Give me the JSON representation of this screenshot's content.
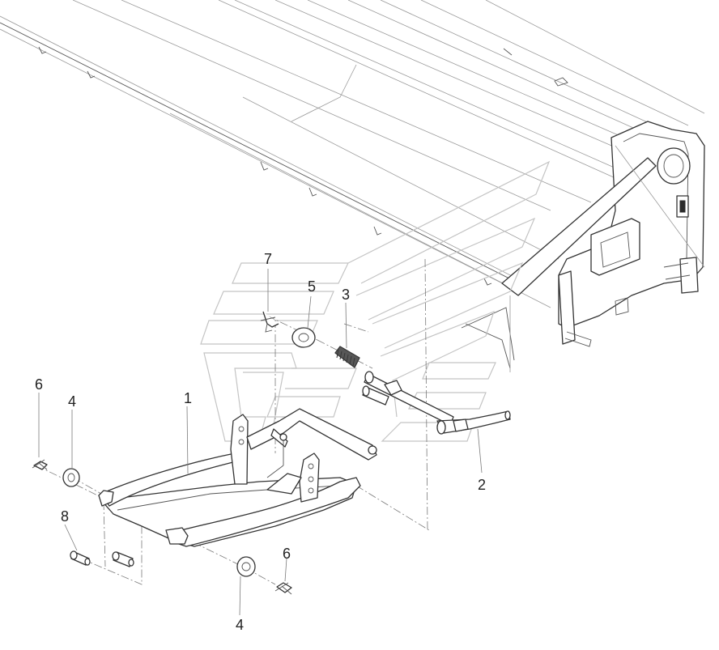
{
  "diagram": {
    "callouts": [
      {
        "id": "c7",
        "label": "7"
      },
      {
        "id": "c5",
        "label": "5"
      },
      {
        "id": "c3",
        "label": "3"
      },
      {
        "id": "c6a",
        "label": "6"
      },
      {
        "id": "c4a",
        "label": "4"
      },
      {
        "id": "c1",
        "label": "1"
      },
      {
        "id": "c2",
        "label": "2"
      },
      {
        "id": "c8",
        "label": "8"
      },
      {
        "id": "c6b",
        "label": "6"
      },
      {
        "id": "c4b",
        "label": "4"
      }
    ]
  }
}
